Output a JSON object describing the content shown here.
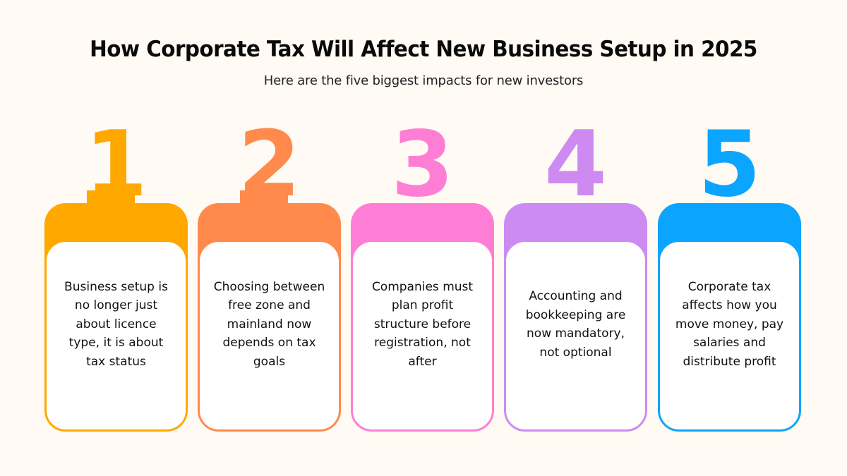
{
  "header": {
    "title": "How Corporate Tax Will Affect New Business Setup in 2025",
    "subtitle": "Here are the five biggest impacts for new investors"
  },
  "cards": [
    {
      "number": "1",
      "color": "#ffa800",
      "text": "Business setup is no longer just about licence type, it is about tax status"
    },
    {
      "number": "2",
      "color": "#ff8a4c",
      "text": "Choosing between free zone and mainland now depends on tax goals"
    },
    {
      "number": "3",
      "color": "#ff7ed5",
      "text": "Companies must plan profit structure before registration, not after"
    },
    {
      "number": "4",
      "color": "#cd8bf2",
      "text": "Accounting and bookkeeping are now mandatory, not optional"
    },
    {
      "number": "5",
      "color": "#0ba5ff",
      "text": "Corporate tax affects how you move money, pay salaries and distribute profit"
    }
  ]
}
